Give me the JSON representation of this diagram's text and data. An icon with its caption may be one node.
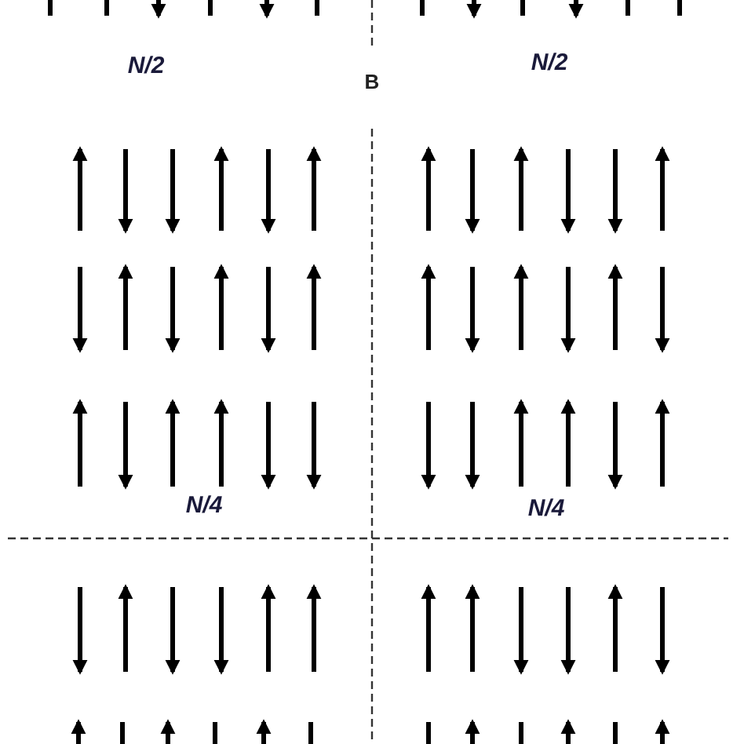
{
  "diagram": {
    "labels": [
      "N/2",
      "B",
      "N/2",
      "N/4",
      "N/4"
    ]
  }
}
